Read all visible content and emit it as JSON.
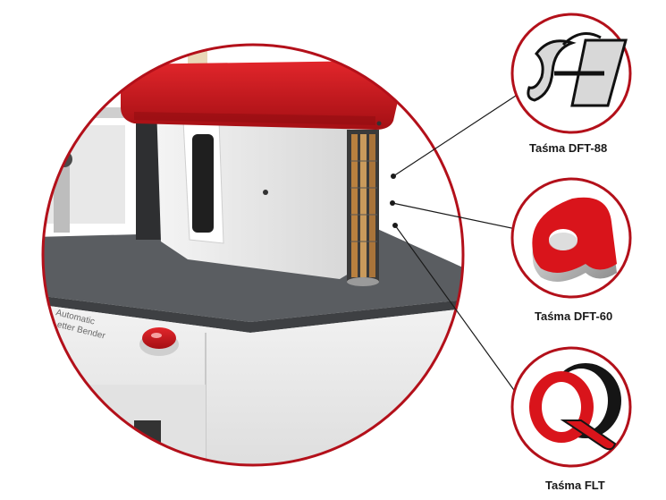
{
  "machine": {
    "panel_text_line1": "Automatic",
    "panel_text_line2": "Letter Bender"
  },
  "samples": [
    {
      "label": "Taśma DFT-88",
      "icon": "letter-h-sample-icon",
      "accent": "#1a1a1a"
    },
    {
      "label": "Taśma DFT-60",
      "icon": "letter-a-sample-icon",
      "accent": "#d9141b"
    },
    {
      "label": "Taśma FLT",
      "icon": "letter-q-sample-icon",
      "accent": "#d9141b"
    }
  ],
  "colors": {
    "machine_red": "#c81a1e",
    "machine_grey": "#55585c",
    "outline": "#b3101a"
  }
}
